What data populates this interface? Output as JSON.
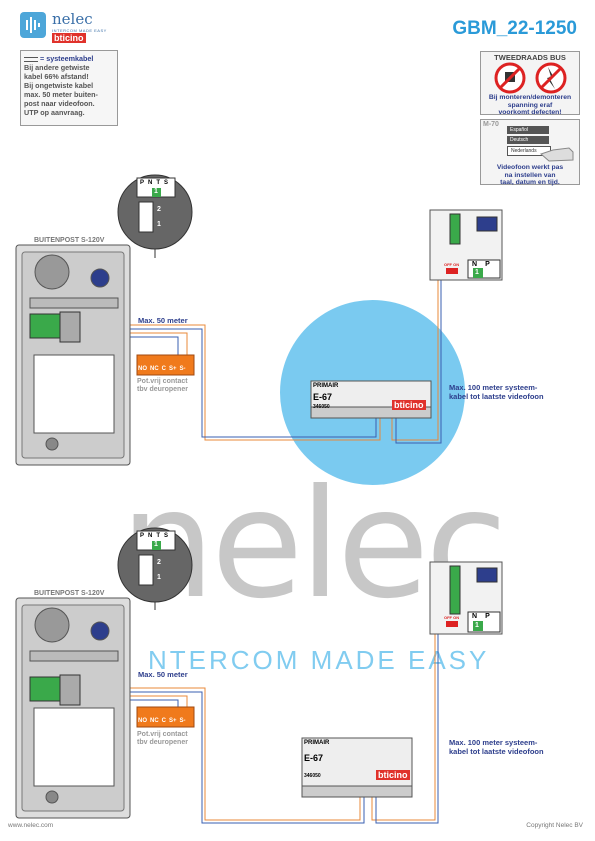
{
  "header": {
    "logo_name": "nelec",
    "logo_tagline": "INTERCOM MADE EASY",
    "logo_brand": "bticino",
    "doc_code": "GBM_22-1250"
  },
  "cable_note": {
    "title": "= systeemkabel",
    "lines": [
      "Bij andere getwiste",
      "kabel 66% afstand!",
      "Bij ongetwiste kabel",
      "max. 50 meter buiten-",
      "post naar videofoon.",
      "UTP op aanvraag."
    ]
  },
  "bus_warning": {
    "title": "TWEEDRAADS BUS",
    "lines": [
      "Bij monteren/demonteren",
      "spanning eraf",
      "voorkomt defecten!"
    ]
  },
  "monitor_note": {
    "model": "M-70",
    "languages": [
      "Español",
      "Deutsch",
      "Nederlands"
    ],
    "lines": [
      "Videofoon werkt pas",
      "na instellen van",
      "taal, datum en tijd."
    ]
  },
  "diagram1": {
    "outdoor_title": "BUITENPOST S-120V",
    "switch_headers": [
      "P",
      "N",
      "T",
      "S"
    ],
    "switch_value": "1",
    "switch_rows": [
      "2",
      "1"
    ],
    "relay_terminals": [
      "NO",
      "NC",
      "C",
      "S+",
      "S-"
    ],
    "relay_caption_1": "Pot.vrij contact",
    "relay_caption_2": "tbv deuropener",
    "cable_outdoor": "Max. 50 meter",
    "cable_system_1": "Max. 100 meter systeem-",
    "cable_system_2": "kabel tot laatste videofoon",
    "psu_top": "PRIMAIR",
    "psu_model": "E-67",
    "psu_code": "346050",
    "psu_brand": "bticino",
    "monitor_np": [
      "N",
      "P"
    ],
    "monitor_value": "1",
    "monitor_off": "OFF ON"
  },
  "diagram2": {
    "outdoor_title": "BUITENPOST S-120V",
    "switch_headers": [
      "P",
      "N",
      "T",
      "S"
    ],
    "switch_value": "1",
    "switch_rows": [
      "2",
      "1"
    ],
    "relay_terminals": [
      "NO",
      "NC",
      "C",
      "S+",
      "S-"
    ],
    "relay_caption_1": "Pot.vrij contact",
    "relay_caption_2": "tbv deuropener",
    "cable_outdoor": "Max. 50 meter",
    "cable_system_1": "Max. 100 meter systeem-",
    "cable_system_2": "kabel tot laatste videofoon",
    "psu_top": "PRIMAIR",
    "psu_model": "E-67",
    "psu_code": "346050",
    "psu_brand": "bticino",
    "monitor_np": [
      "N",
      "P"
    ],
    "monitor_value": "1",
    "monitor_off": "OFF ON"
  },
  "watermark": {
    "name": "nelec",
    "tagline": "NTERCOM MADE EASY"
  },
  "footer": {
    "url": "www.nelec.com",
    "copyright": "Copyright Nelec BV"
  },
  "colors": {
    "accent": "#2a9ad8",
    "note_text": "#2d3e8c",
    "relay": "#f07a1c",
    "wire_orange": "#e8883a",
    "wire_blue": "#3a5fb0",
    "terminal_green": "#3aa94a"
  }
}
